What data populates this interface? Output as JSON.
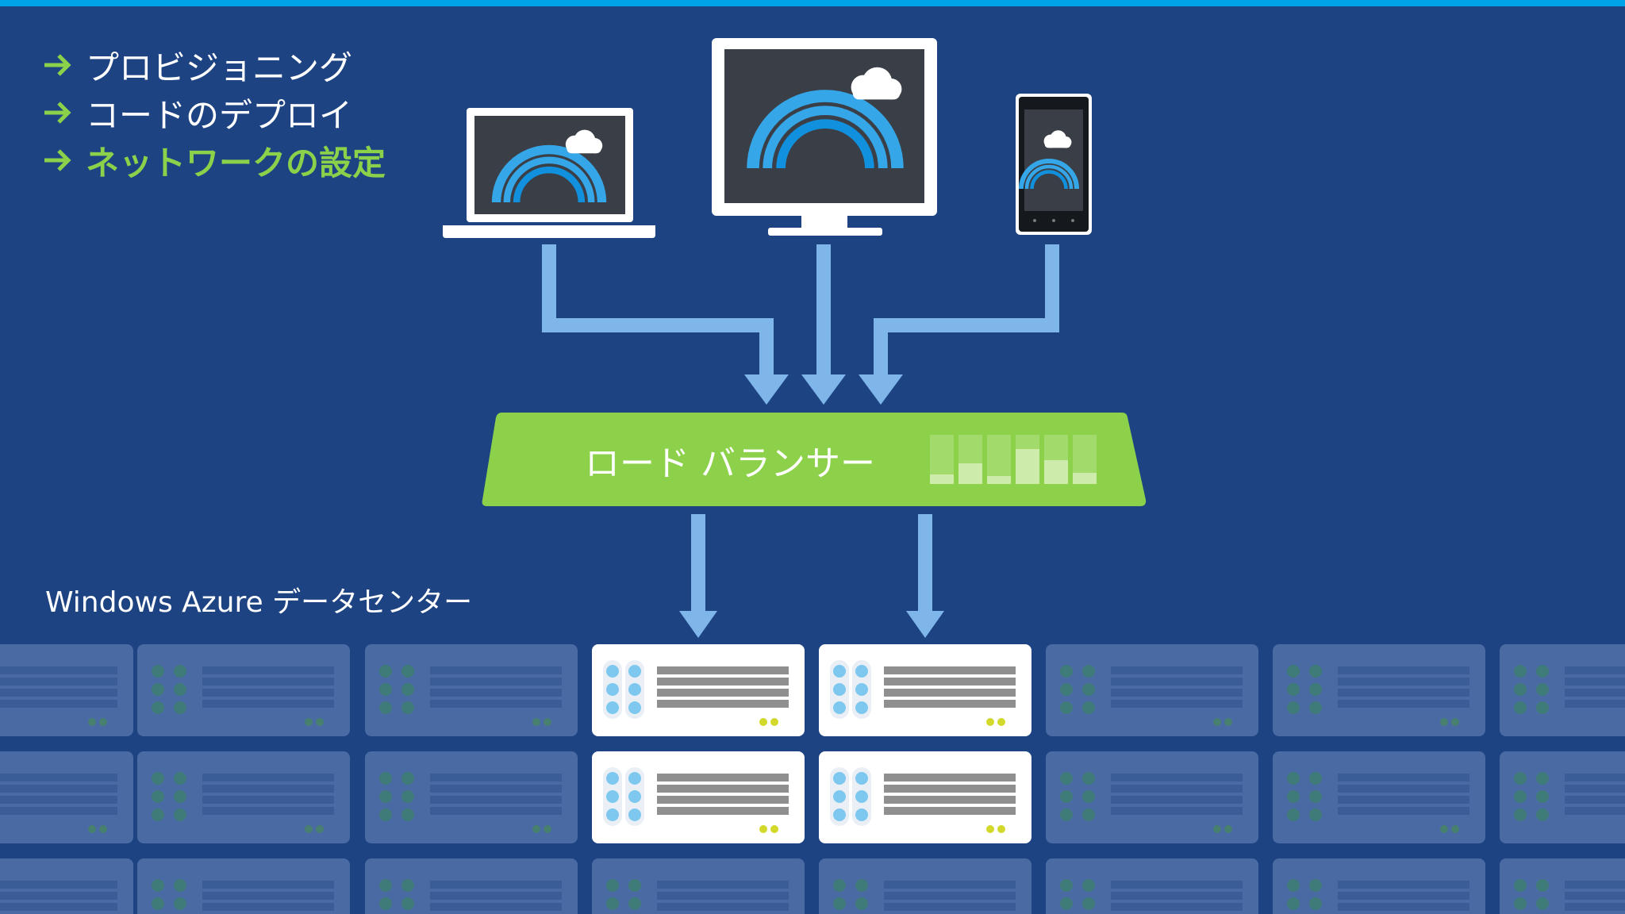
{
  "menu": {
    "items": [
      {
        "label": "プロビジョニング",
        "active": false
      },
      {
        "label": "コードのデプロイ",
        "active": false
      },
      {
        "label": "ネットワークの設定",
        "active": true
      }
    ]
  },
  "load_balancer": {
    "label": "ロード バランサー"
  },
  "datacenter": {
    "label": "Windows Azure データセンター"
  },
  "colors": {
    "background": "#1e4383",
    "top_bar": "#00a3e8",
    "accent_green": "#8dd14b",
    "arrow": "#7eb6ea",
    "server_inactive": "#4a6aa3",
    "server_active": "#ffffff"
  },
  "devices": [
    "laptop-icon",
    "monitor-icon",
    "phone-icon"
  ]
}
